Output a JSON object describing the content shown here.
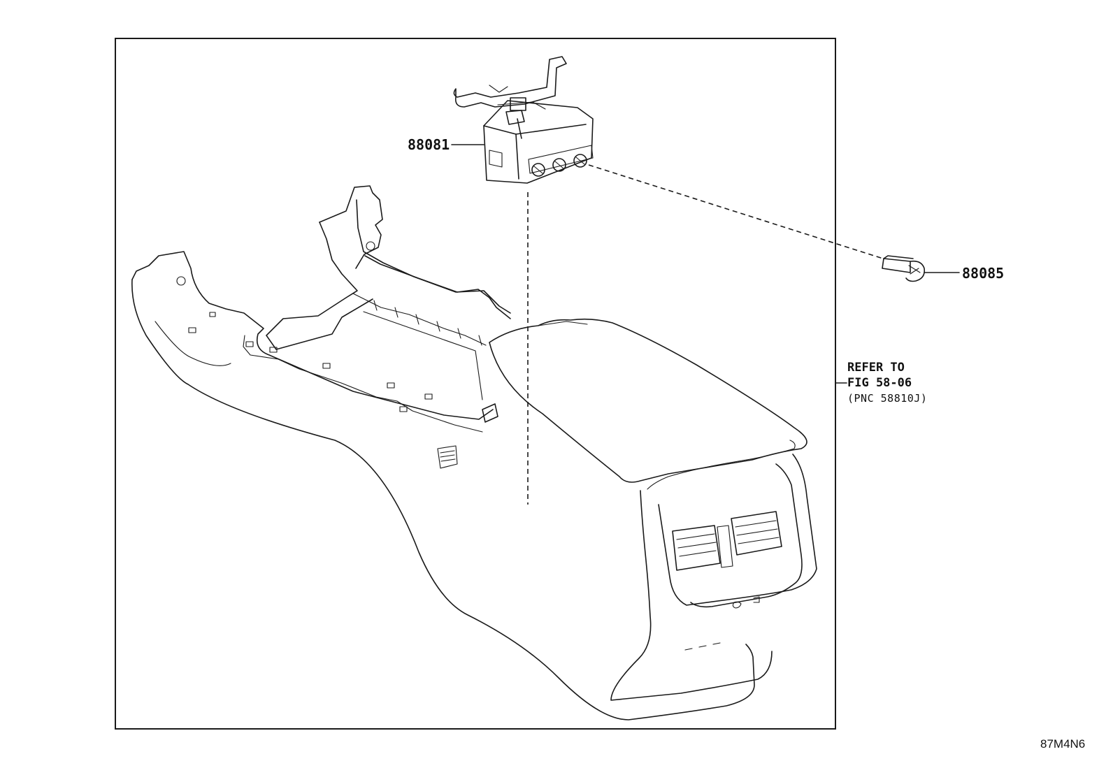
{
  "parts": {
    "p1": "88081",
    "p2": "88085"
  },
  "reference": {
    "line1": "REFER TO",
    "line2": "FIG 58-06",
    "line3": "(PNC 58810J)"
  },
  "illustration_code": "87M4N6"
}
